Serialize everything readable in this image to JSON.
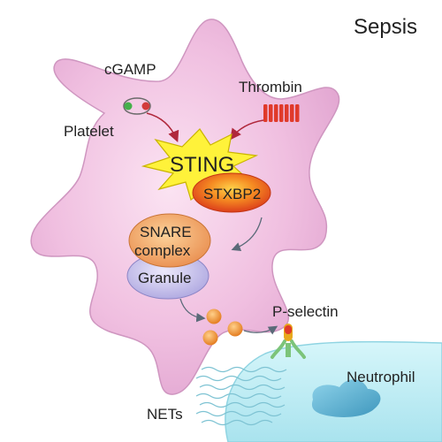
{
  "diagram": {
    "title": "Sepsis",
    "labels": {
      "cgamp": "cGAMP",
      "thrombin": "Thrombin",
      "platelet": "Platelet",
      "sting": "STING",
      "stxbp2": "STXBP2",
      "snare_line1": "SNARE",
      "snare_line2": "complex",
      "granule": "Granule",
      "pselectin": "P-selectin",
      "neutrophil": "Neutrophil",
      "nets": "NETs"
    },
    "colors": {
      "platelet_fill": "#f0bfe0",
      "platelet_stroke": "#c98fb8",
      "sting_star": "#fff23a",
      "stxbp2": "#ee5a1a",
      "snare": "#f4a460",
      "granule": "#c8c3ec",
      "thrombin": "#e03a2a",
      "neutrophil": "#bfeef5",
      "nucleus": "#5fb6d6",
      "arrow": "#b0283c",
      "vesicle": "#f39a3a",
      "receptor_green": "#7cc47a"
    },
    "icons": [
      "cgamp-molecule-icon",
      "thrombin-receptor-icon",
      "p-selectin-receptor-icon",
      "nets-fibers-icon"
    ]
  }
}
